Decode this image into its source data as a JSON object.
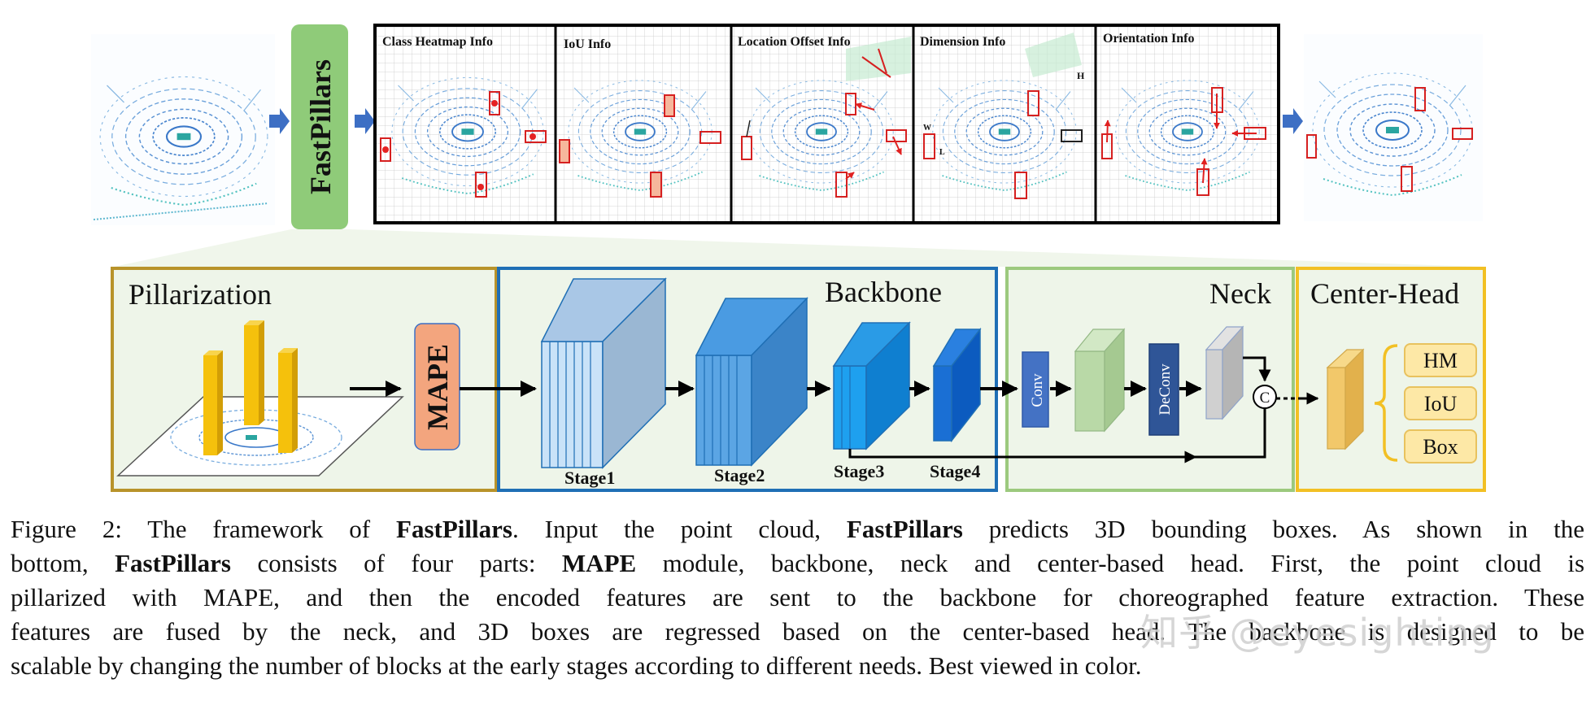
{
  "top_row": {
    "fastpillars_label": "FastPillars",
    "panels": [
      {
        "title": "Class Heatmap Info"
      },
      {
        "title": "IoU Info"
      },
      {
        "title": "Location Offset Info"
      },
      {
        "title": "Dimension Info"
      },
      {
        "title": "Orientation Info"
      }
    ],
    "dimension_marks": {
      "h": "H",
      "w": "W",
      "l": "L"
    }
  },
  "bottom_row": {
    "pillarization": {
      "title": "Pillarization",
      "mape": "MAPE"
    },
    "backbone": {
      "title": "Backbone",
      "stages": [
        "Stage1",
        "Stage2",
        "Stage3",
        "Stage4"
      ]
    },
    "neck": {
      "title": "Neck",
      "conv": "Conv",
      "deconv": "DeConv",
      "concat": "C"
    },
    "head": {
      "title": "Center-Head",
      "outputs": [
        "HM",
        "IoU",
        "Box"
      ]
    }
  },
  "caption": {
    "lines": [
      [
        {
          "t": "Figure 2: The framework of "
        },
        {
          "t": "FastPillars",
          "b": true
        },
        {
          "t": ". Input the point cloud, "
        },
        {
          "t": "FastPillars",
          "b": true
        },
        {
          "t": " predicts 3D bounding boxes. As shown in the"
        }
      ],
      [
        {
          "t": "bottom, "
        },
        {
          "t": "FastPillars",
          "b": true
        },
        {
          "t": " consists of four parts: "
        },
        {
          "t": "MAPE",
          "b": true
        },
        {
          "t": " module, backbone, neck and center-based head. First, the point cloud is"
        }
      ],
      [
        {
          "t": "pillarized with MAPE, and then the encoded features are sent to the backbone for choreographed feature extraction. These"
        }
      ],
      [
        {
          "t": "features are fused by the neck, and 3D boxes are regressed based on the center-based head. The backbone is designed to be"
        }
      ],
      [
        {
          "t": "scalable by changing the number of blocks at the early stages according to different needs. Best viewed in color."
        }
      ]
    ]
  },
  "watermark": "知乎 @eyesighting",
  "colors": {
    "pillar_border": "#b8932a",
    "backbone_border": "#1f6fb5",
    "neck_border": "#9cc97e",
    "head_border": "#f2c024",
    "panel_bg": "#eef5e9",
    "fastpillars_green": "#8fcb79",
    "mape_orange": "#f3a57e",
    "pillar_yellow": "#f5c10c",
    "head_box_fill": "#fde8a6",
    "arrow_blue": "#3d6fc4"
  }
}
